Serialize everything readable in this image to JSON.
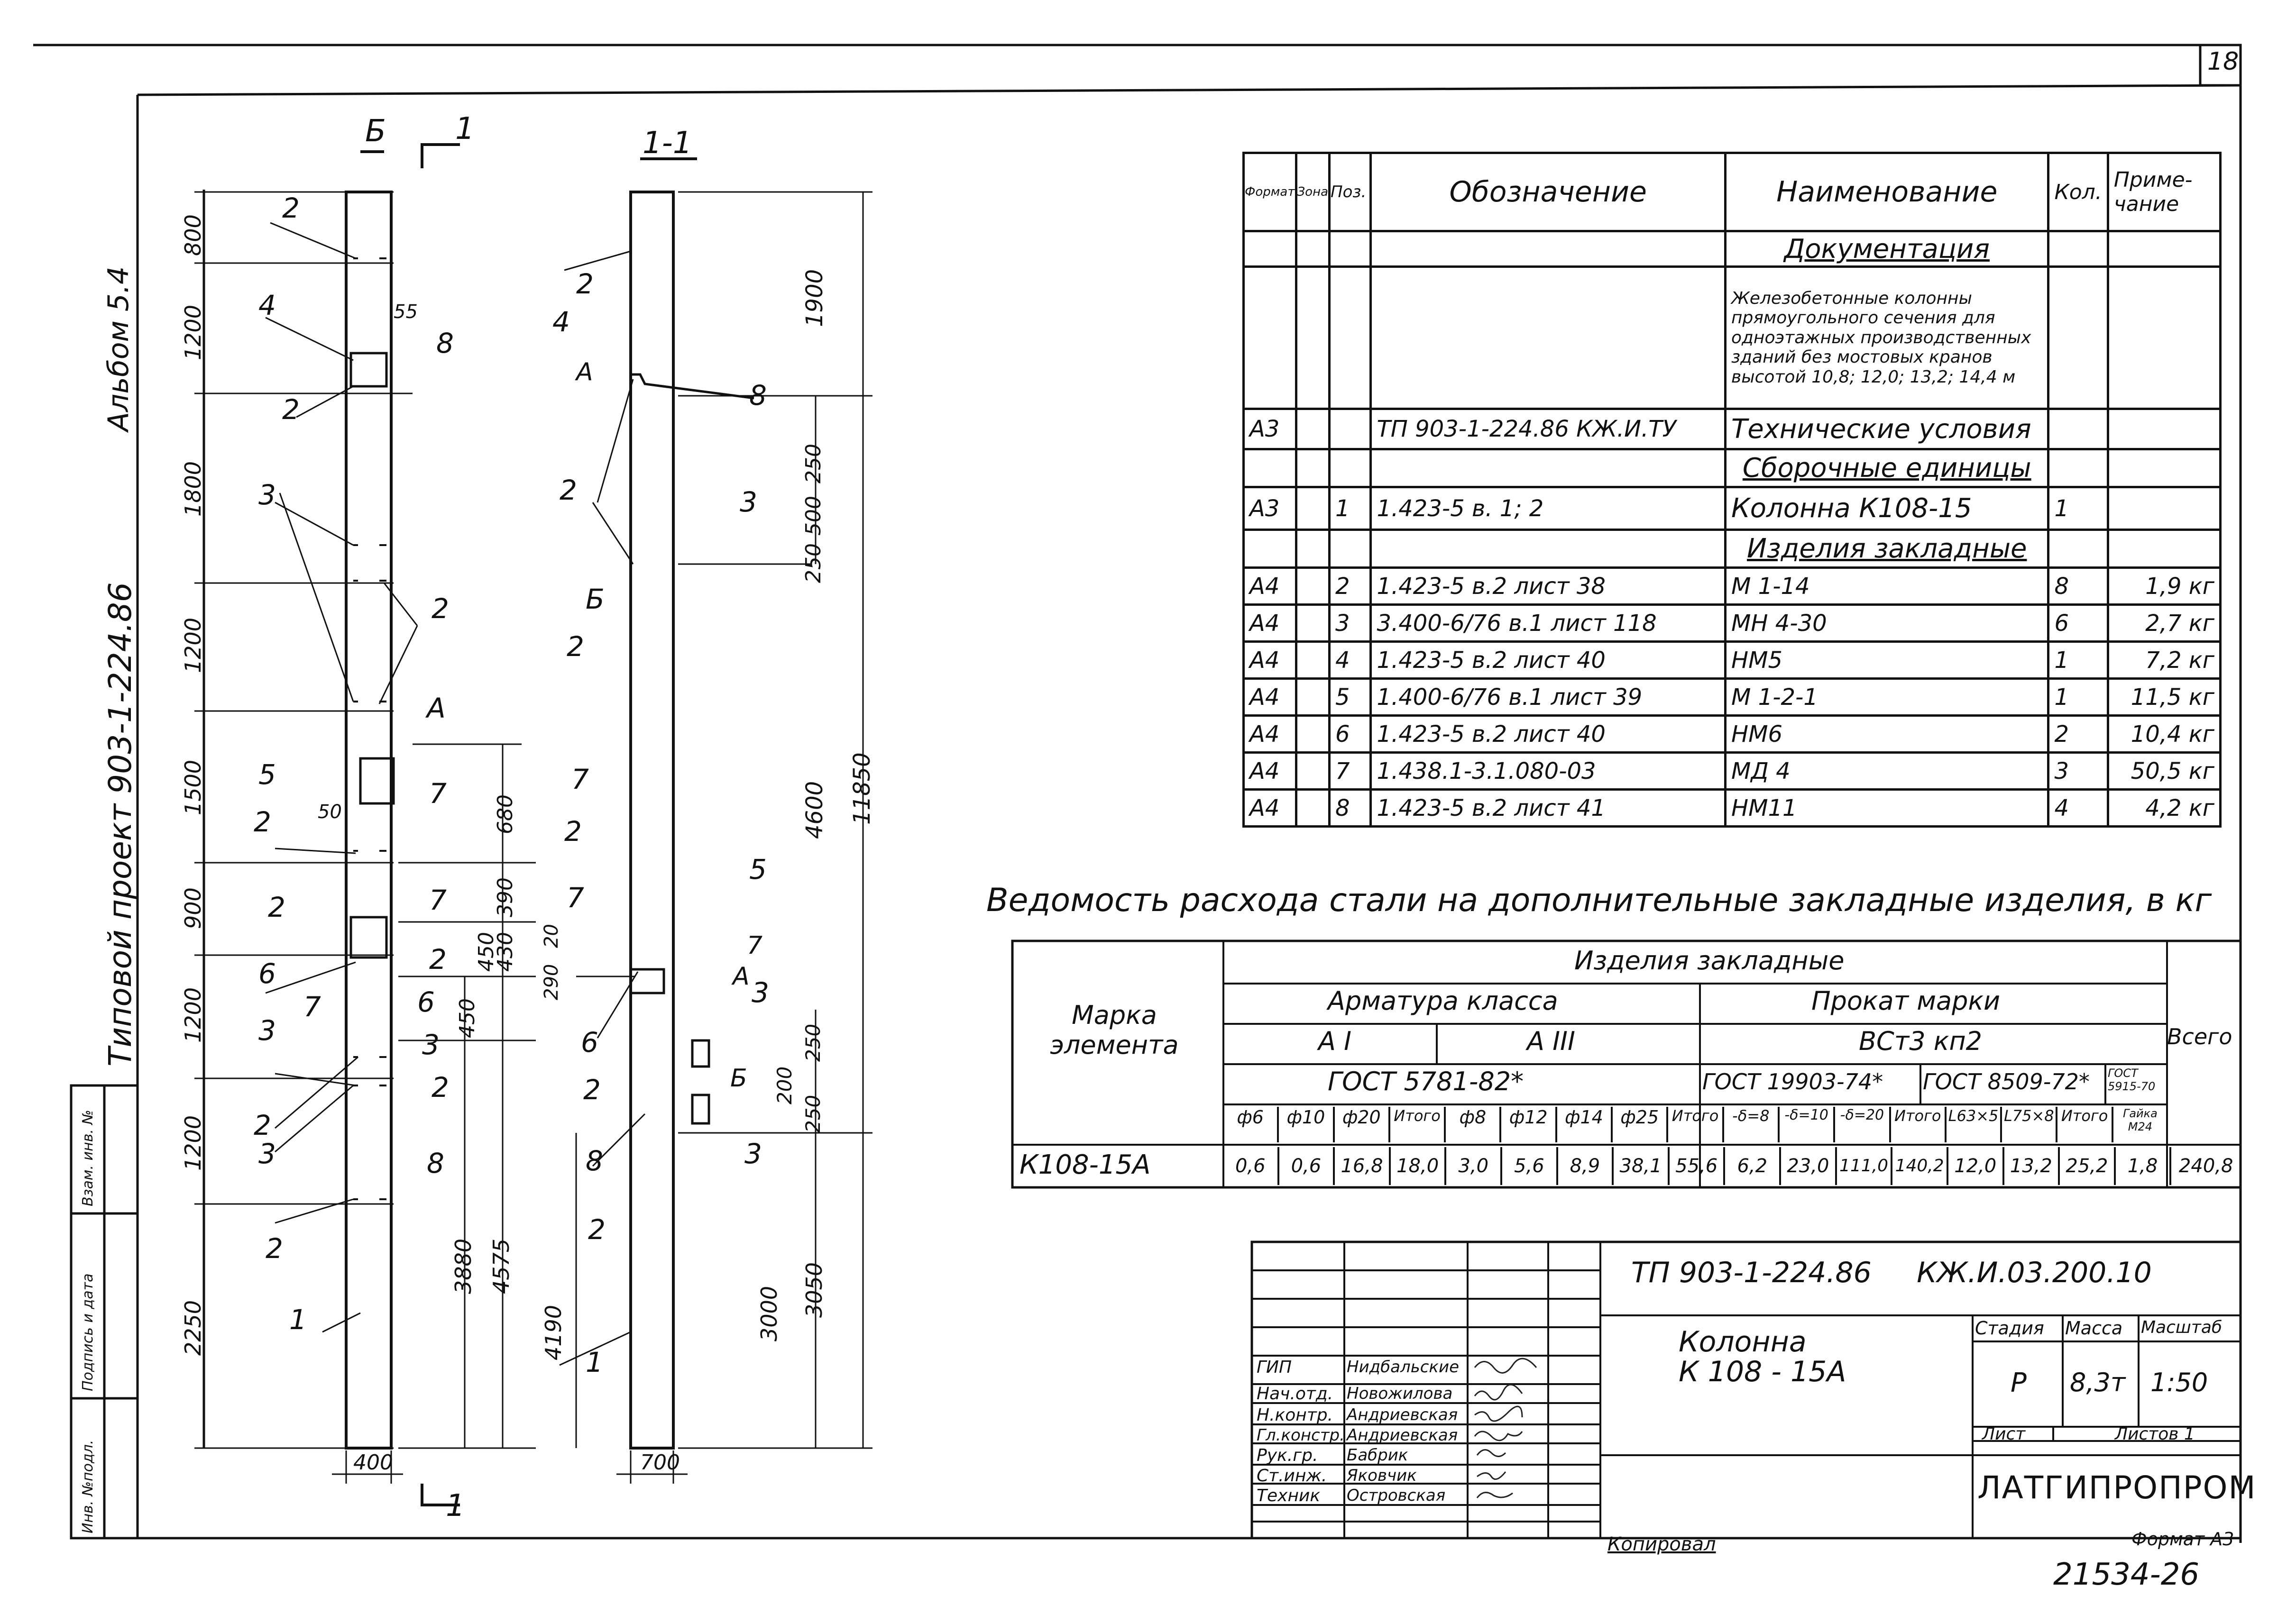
{
  "sheet_no": "18",
  "album": "Альбом 5.4",
  "project_side": "Типовой проект 903-1-224.86",
  "side_stamp": [
    "Инв. №подл.",
    "Подпись и дата",
    "Взам. инв. №"
  ],
  "drawing": {
    "front_view_label": "Б",
    "section_mark": "1",
    "section_title": "1-1",
    "left_dims": [
      "800",
      "1200",
      "1800",
      "1200",
      "1500",
      "900",
      "1200",
      "1200",
      "2250"
    ],
    "left_widths": [
      "55",
      "50"
    ],
    "right_dims_front": [
      "680",
      "390",
      "430",
      "450",
      "450",
      "3880",
      "4575"
    ],
    "front_width": "400",
    "section_dims": [
      "1900",
      "250",
      "500",
      "250",
      "4600",
      "11850",
      "290",
      "20",
      "250",
      "200",
      "250",
      "3000",
      "3050",
      "4190"
    ],
    "section_width": "700",
    "callouts_front": [
      "2",
      "4",
      "55",
      "8",
      "2",
      "3",
      "2",
      "A",
      "5",
      "50",
      "7",
      "2",
      "7",
      "2",
      "6",
      "2",
      "7",
      "6",
      "3",
      "3",
      "2",
      "2",
      "3",
      "8",
      "2",
      "1"
    ],
    "callouts_section": [
      "2",
      "4",
      "A",
      "8",
      "2",
      "3",
      "Б",
      "2",
      "7",
      "2",
      "5",
      "7",
      "7",
      "A",
      "3",
      "6",
      "2",
      "Б",
      "8",
      "3",
      "2",
      "1"
    ]
  },
  "spec_table": {
    "headers": [
      "Формат",
      "Зона",
      "Поз.",
      "Обозначение",
      "Наименование",
      "Кол.",
      "Приме-\nчание"
    ],
    "rows": [
      [
        "",
        "",
        "",
        "",
        "Документация",
        "",
        ""
      ],
      [
        "",
        "",
        "",
        "",
        "Железобетонные колонны прямоугольного сечения для одноэтажных производственных зданий без мостовых кранов высотой 10,8; 12,0; 13,2; 14,4 м",
        "",
        ""
      ],
      [
        "А3",
        "",
        "",
        "ТП 903-1-224.86  КЖ.И.ТУ",
        "Технические условия",
        "",
        ""
      ],
      [
        "",
        "",
        "",
        "",
        "Сборочные единицы",
        "",
        ""
      ],
      [
        "А3",
        "",
        "1",
        "1.423-5    в. 1; 2",
        "Колонна К108-15",
        "1",
        ""
      ],
      [
        "",
        "",
        "",
        "",
        "Изделия закладные",
        "",
        ""
      ],
      [
        "А4",
        "",
        "2",
        "1.423-5    в.2  лист 38",
        "М 1-14",
        "8",
        "1,9 кг"
      ],
      [
        "А4",
        "",
        "3",
        "3.400-6/76 в.1  лист 118",
        "МН 4-30",
        "6",
        "2,7 кг"
      ],
      [
        "А4",
        "",
        "4",
        "1.423-5    в.2  лист 40",
        "НМ5",
        "1",
        "7,2 кг"
      ],
      [
        "А4",
        "",
        "5",
        "1.400-6/76 в.1  лист 39",
        "М 1-2-1",
        "1",
        "11,5 кг"
      ],
      [
        "А4",
        "",
        "6",
        "1.423-5    в.2  лист 40",
        "НМ6",
        "2",
        "10,4 кг"
      ],
      [
        "А4",
        "",
        "7",
        "1.438.1-3.1.080-03",
        "МД 4",
        "3",
        "50,5 кг"
      ],
      [
        "А4",
        "",
        "8",
        "1.423-5    в.2  лист 41",
        "НМ11",
        "4",
        "4,2 кг"
      ]
    ]
  },
  "steel": {
    "title": "Ведомость расхода стали на дополнительные закладные изделия, в кг",
    "mark_label": "Марка элемента",
    "group": "Изделия закладные",
    "rebar_label": "Арматура  класса",
    "rolled_label": "Прокат  марки",
    "total_label": "Всего",
    "class_ai": "А I",
    "class_aiii": "А III",
    "grade": "ВСт3 кп2",
    "gost_rebar": "ГОСТ 5781-82*",
    "gost_1": "ГОСТ 19903-74*",
    "gost_2": "ГОСТ 8509-72*",
    "gost_3": "ГОСТ 5915-70",
    "cols": [
      "ф6",
      "ф10",
      "ф20",
      "Итого",
      "ф8",
      "ф12",
      "ф14",
      "ф25",
      "Итого",
      "-δ=8",
      "-δ=10",
      "-δ=20",
      "Итого",
      "L63×5",
      "L75×8",
      "Итого",
      "Гайка М24"
    ],
    "row_mark": "К108-15А",
    "values": [
      "0,6",
      "0,6",
      "16,8",
      "18,0",
      "3,0",
      "5,6",
      "8,9",
      "38,1",
      "55,6",
      "6,2",
      "23,0",
      "111,0",
      "140,2",
      "12,0",
      "13,2",
      "25,2",
      "1,8",
      "240,8"
    ]
  },
  "title_block": {
    "code": "ТП 903-1-224.86     КЖ.И.03.200.10",
    "roles": [
      "ГИП",
      "Нач.отд.",
      "Н.контр.",
      "Гл.констр.",
      "Рук.гр.",
      "Ст.инж.",
      "Техник"
    ],
    "names": [
      "Нидбальские",
      "Новожилова",
      "Андриевская",
      "Андриевская",
      "Бабрик",
      "Яковчик",
      "Островская"
    ],
    "name": "Колонна\nК 108 - 15А",
    "stage_label": "Стадия",
    "mass_label": "Масса",
    "scale_label": "Масштаб",
    "stage": "Р",
    "mass": "8,3т",
    "scale": "1:50",
    "sheet_label": "Лист",
    "sheets_label": "Листов 1",
    "org": "ЛАТГИПРОПРОМ",
    "copied": "Копировал",
    "format": "Формат А3",
    "stamp_no": "21534-26"
  }
}
